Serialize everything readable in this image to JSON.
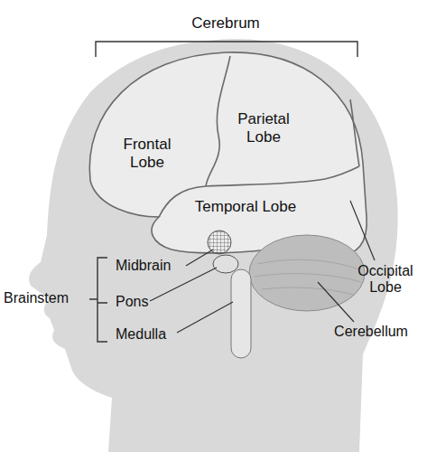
{
  "diagram": {
    "labels": [
      "Cerebrum",
      "Frontal Lobe",
      "Parietal Lobe",
      "Temporal Lobe",
      "Midbrain",
      "Pons",
      "Medulla",
      "Brainstem",
      "Occipital Lobe",
      "Cerebellum"
    ]
  }
}
